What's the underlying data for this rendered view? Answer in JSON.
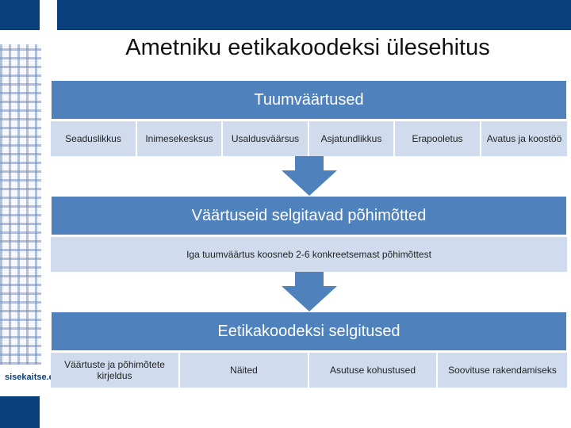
{
  "title": "Ametniku eetikakoodeksi ülesehitus",
  "brand": "sisekaitse.ee",
  "levels": [
    {
      "header": "Tuumväärtused",
      "cells": [
        "Seaduslikkus",
        "Inimesekesksus",
        "Usaldusväärsus",
        "Asjatundlikkus",
        "Erapooletus",
        "Avatus ja koostöö"
      ]
    },
    {
      "header": "Väärtuseid selgitavad põhimõtted",
      "cells": [
        "Iga tuumväärtus koosneb 2-6 konkreetsemast põhimõttest"
      ]
    },
    {
      "header": "Eetikakoodeksi selgitused",
      "cells": [
        "Väärtuste ja põhimõtete kirjeldus",
        "Näited",
        "Asutuse kohustused",
        "Soovituse rakendamiseks"
      ]
    }
  ],
  "colors": {
    "brand_navy": "#0a3f7d",
    "header_blue": "#4f81bd",
    "cell_light": "#d0dcee"
  }
}
